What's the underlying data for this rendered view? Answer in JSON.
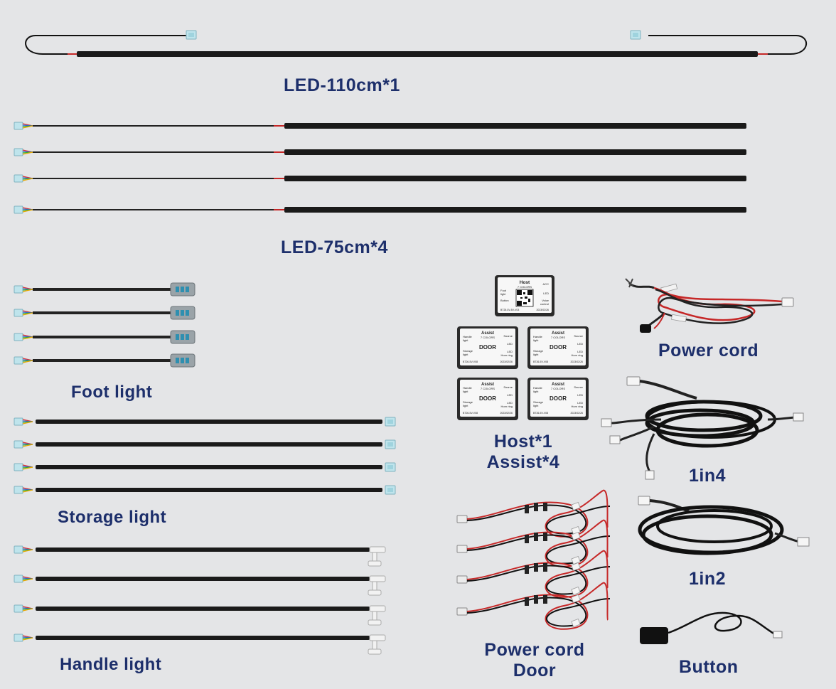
{
  "labels": {
    "led_110": "LED-110cm*1",
    "led_75": "LED-75cm*4",
    "foot": "Foot light",
    "storage": "Storage light",
    "handle": "Handle light",
    "host_line1": "Host*1",
    "host_line2": "Assist*4",
    "power_cord": "Power cord",
    "one_in_four": "1in4",
    "one_in_two": "1in2",
    "power_door_line1": "Power cord",
    "power_door_line2": "Door",
    "button": "Button"
  },
  "host_module": {
    "title": "Host",
    "subtitle": "7 COLORS",
    "left_1": "Foot",
    "left_2": "light",
    "left_3": "Button",
    "right_1": "ACC",
    "right_2": "LED",
    "right_3": "Voice",
    "right_4": "control",
    "footer_left": "BT25-5V-5V-V03",
    "footer_right": "2023/02/26"
  },
  "assist_module": {
    "title": "Assist",
    "subtitle": "7 COLORS",
    "center": "DOOR",
    "left_1": "Handle",
    "left_2": "light",
    "left_3": "Storage",
    "left_4": "light",
    "right_1": "Source",
    "right_2": "LED",
    "right_3": "LED",
    "right_4": "Horn ring",
    "footer_left": "BT26-5V-V08",
    "footer_right": "2023/02/26"
  },
  "colors": {
    "label": "#1d2f6b",
    "background": "#e4e5e7",
    "strip": "#1a1a1a",
    "wire_red": "#c62828",
    "connector": "#bfe4ec"
  }
}
